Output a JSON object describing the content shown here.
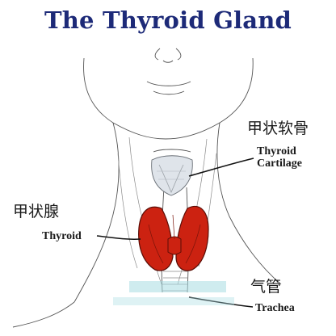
{
  "title": "The Thyroid Gland",
  "labels": {
    "thyroid_cartilage_zh": "甲状软骨",
    "thyroid_cartilage_en_1": "Thyroid",
    "thyroid_cartilage_en_2": "Cartilage",
    "thyroid_zh": "甲状腺",
    "thyroid_en": "Thyroid",
    "trachea_zh": "气管",
    "trachea_en": "Trachea"
  },
  "colors": {
    "title": "#1d2a78",
    "thyroid_gland": "#cc2211",
    "thyroid_outline": "#5a0d06",
    "cartilage": "#dfe4ea",
    "watermark": "#a9dde3"
  }
}
